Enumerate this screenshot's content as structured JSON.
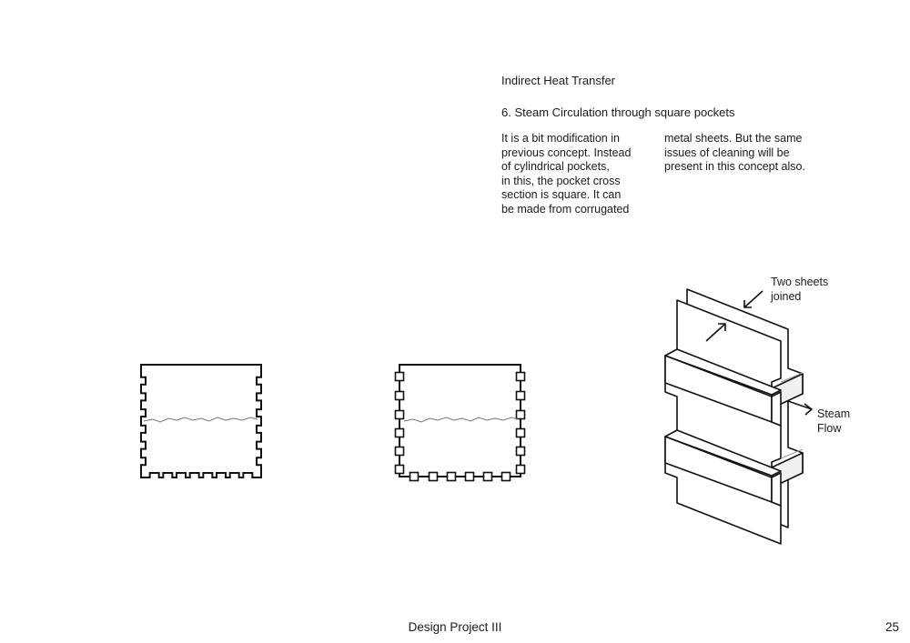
{
  "header": {
    "title": "Indirect Heat Transfer",
    "subtitle": "6. Steam Circulation through square pockets"
  },
  "description": {
    "column_1": "It is a bit modification in\nprevious concept. Instead\nof cylindrical pockets,\nin this, the pocket cross\nsection is square. It can\nbe made from corrugated",
    "column_2": "metal sheets. But the same\nissues of cleaning will be\npresent in this concept also."
  },
  "diagram": {
    "label_sheets": "Two sheets\njoined",
    "label_flow": "Steam\nFlow"
  },
  "footer": {
    "project": "Design Project III",
    "page_number": "25"
  }
}
